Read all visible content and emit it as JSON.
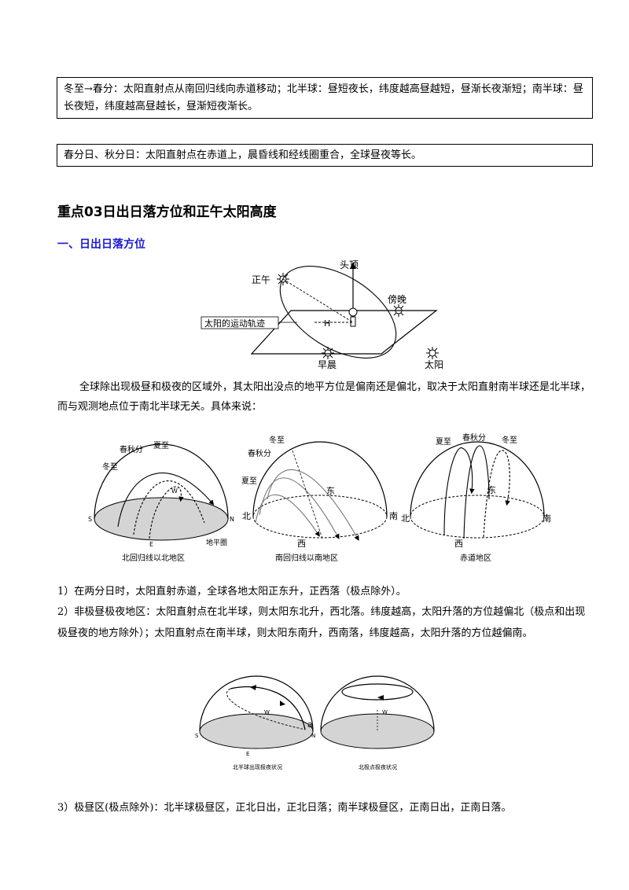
{
  "box1": {
    "text": "冬至→春分：太阳直射点从南回归线向赤道移动；北半球：昼短夜长，纬度越高昼越短，昼渐长夜渐短；南半球：昼长夜短，纬度越高昼越长，昼渐短夜渐长。"
  },
  "box2": {
    "text": "春分日、秋分日：太阳直射点在赤道上，晨昏线和经线圈重合，全球昼夜等长。"
  },
  "heading": "重点03日出日落方位和正午太阳高度",
  "subheading": "一、日出日落方位",
  "fig1": {
    "zenith": "头顶",
    "noon": "正午",
    "dusk": "傍晚",
    "path_label": "太阳的运动轨迹",
    "h": "H",
    "morning": "早晨",
    "sun": "太阳"
  },
  "intro": "全球除出现极昼和极夜的区域外，其太阳出没点的地平方位是偏南还是偏北，取决于太阳直射南半球还是北半球，而与观测地点位于南北半球无关。具体来说：",
  "fig2": {
    "d1": {
      "equinox": "春秋分",
      "summer": "夏至",
      "winter": "冬至",
      "s": "S",
      "n": "N",
      "w": "W",
      "e": "E",
      "horizon": "地平圈",
      "caption": "北回归线以北地区"
    },
    "d2": {
      "winter": "冬至",
      "equinox": "春秋分",
      "summer": "夏至",
      "east": "东",
      "north": "北",
      "south": "南",
      "west": "西",
      "caption": "南回归线以南地区"
    },
    "d3": {
      "summer": "夏至",
      "equinox": "春秋分",
      "winter": "冬至",
      "east": "东",
      "north": "北",
      "south": "南",
      "west": "西",
      "caption": "赤道地区"
    }
  },
  "p1": "1）在两分日时，太阳直射赤道，全球各地太阳正东升，正西落（极点除外）。",
  "p2": "2）非极昼极夜地区：太阳直射点在北半球，则太阳东北升，西北落。纬度越高，太阳升落的方位越偏北（极点和出现极昼夜的地方除外）；太阳直射点在南半球，则太阳东南升，西南落，纬度越高，太阳升落的方位越偏南。",
  "fig3": {
    "d1": {
      "s": "S",
      "n": "N",
      "w": "W",
      "e": "E",
      "a": "a",
      "caption": "北半球出现极夜状况"
    },
    "d2": {
      "w": "W",
      "caption": "北极点极夜状况"
    }
  },
  "p3": "3）极昼区(极点除外)：北半球极昼区，正北日出，正北日落；南半球极昼区，正南日出，正南日落。"
}
